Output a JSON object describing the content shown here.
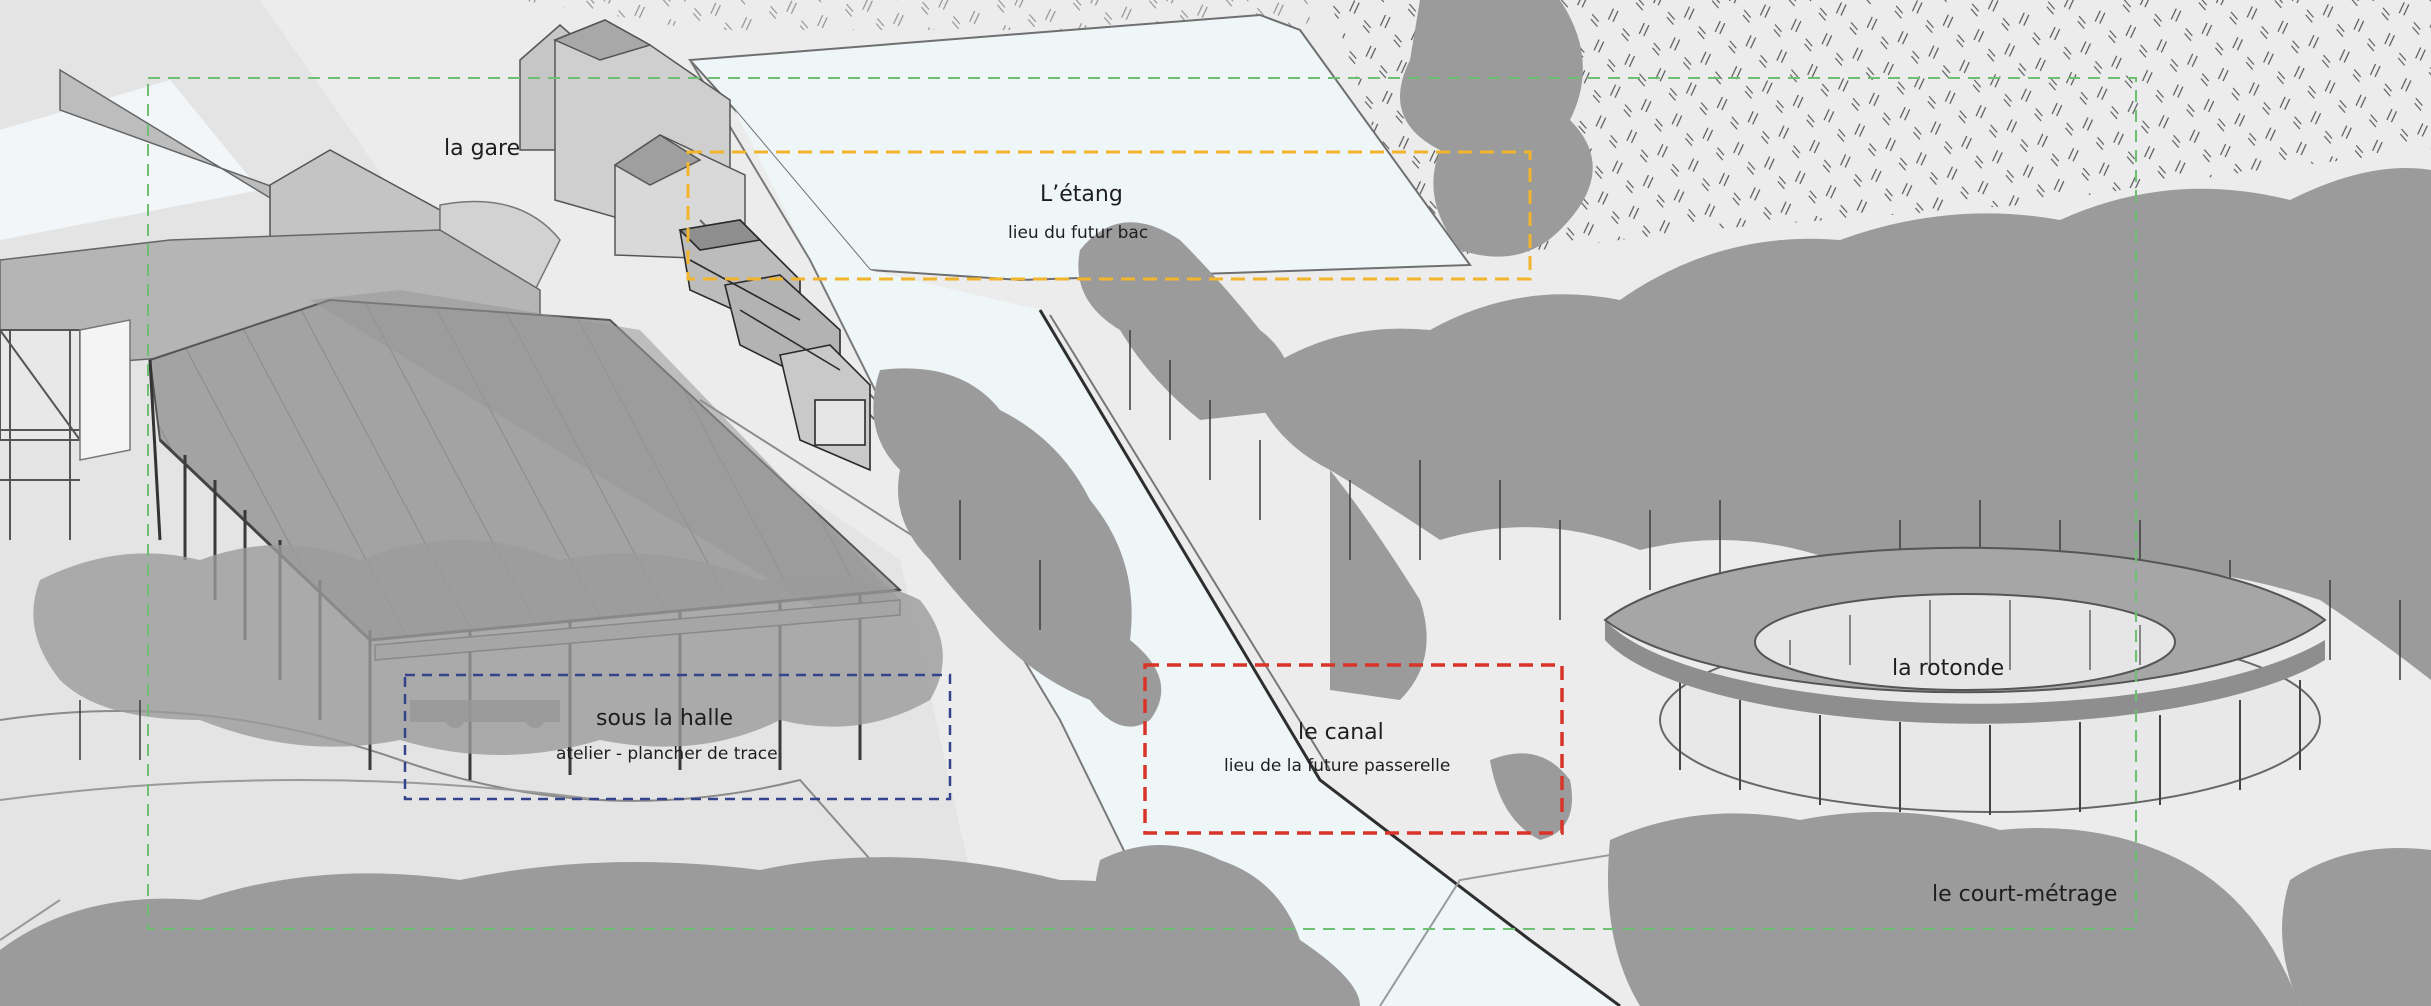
{
  "labels": {
    "gare": "la gare",
    "etang": "L’étang",
    "etang_sub": "lieu du futur bac",
    "halle": "sous la halle",
    "halle_sub": "atelier - plancher de trace",
    "canal": "le canal",
    "canal_sub": "lieu de la future passerelle",
    "rotonde": "la rotonde",
    "court_metrage": "le court-métrage"
  },
  "colors": {
    "background": "#ececec",
    "water": "#eef6f8",
    "tree_canopy": "#9b9b9b",
    "building_roof": "#a9a9a9",
    "building_wall": "#c8c8c8",
    "frame_court_metrage": "#6dbf73",
    "frame_etang": "#f2b42a",
    "frame_halle": "#33448a",
    "frame_canal": "#d8342a"
  },
  "icons": [
    "train-icon",
    "hangar-icon",
    "station-icon",
    "rotunda-icon",
    "tree-canopy-icon"
  ]
}
